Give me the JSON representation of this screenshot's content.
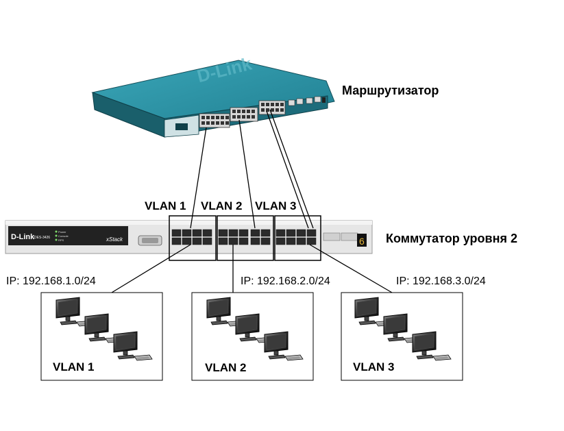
{
  "router": {
    "label": "Маршрутизатор",
    "brand": "D-Link"
  },
  "switch": {
    "label": "Коммутатор уровня 2",
    "brand": "D-Link",
    "model": "DES-3426",
    "stack_text": "xStack",
    "led_labels": [
      "Power",
      "Console",
      "RPS"
    ],
    "digit": "6"
  },
  "vlans": [
    {
      "name": "VLAN 1",
      "group_label": "VLAN 1",
      "ip": "IP: 192.168.1.0/24"
    },
    {
      "name": "VLAN 2",
      "group_label": "VLAN 2",
      "ip": "IP: 192.168.2.0/24"
    },
    {
      "name": "VLAN 3",
      "group_label": "VLAN 3",
      "ip": "IP: 192.168.3.0/24"
    }
  ],
  "colors": {
    "router_body": "#2a8a9c",
    "router_dark": "#1a5f6b",
    "switch_body": "#e8e8e8",
    "switch_panel": "#222222",
    "monitor": "#2e2e2e",
    "outline": "#000000"
  }
}
